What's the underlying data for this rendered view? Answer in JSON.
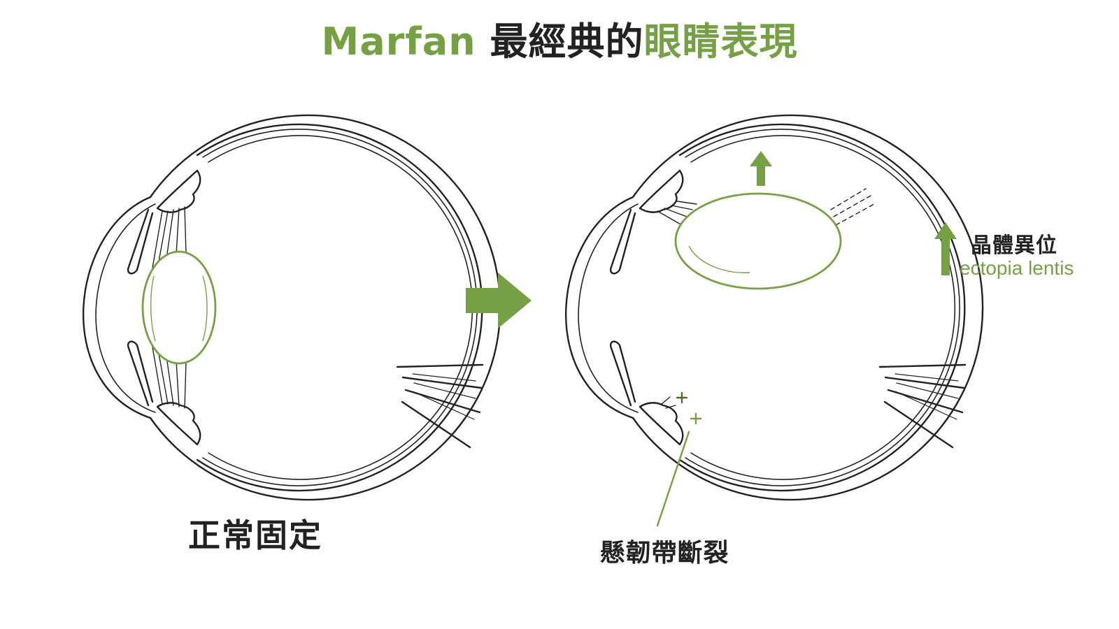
{
  "title": {
    "part1": "Marfan",
    "part2": " 最經典的",
    "part3": "眼睛表現"
  },
  "labels": {
    "normal": "正常固定",
    "zonule_rupture": "懸韌帶斷裂",
    "ectopia_zh": "晶體異位",
    "ectopia_en": "ectopia lentis"
  },
  "colors": {
    "accent_green": "#76a044",
    "line_dark": "#222222"
  }
}
